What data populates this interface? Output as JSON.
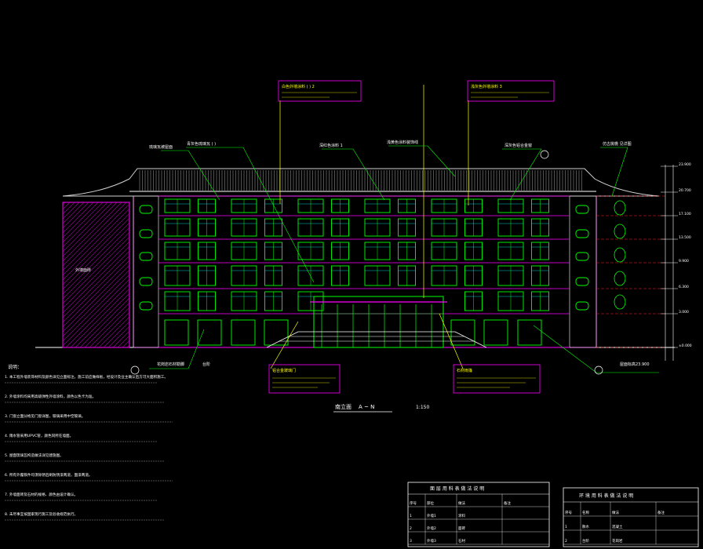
{
  "drawing": {
    "title": "南立面",
    "axis_range": "A ~ N",
    "scale": "1:150",
    "background": "#000000"
  },
  "callouts": {
    "top_left": "白色外墙涂料 ( ) 2",
    "top_right": "浅灰色外墙涂料 3",
    "roof_1": "琉璃瓦坡屋面",
    "roof_2": "青灰色琉璃瓦 ( )",
    "roof_3": "深红色涂料 1",
    "roof_4": "浅黄色涂料装饰线",
    "roof_5": "深灰色铝合金窗",
    "roof_right": "仿古挑檐 见详图",
    "left_block": "外墙面砖",
    "lower_left": "花岗岩石材勒脚",
    "lower_left_2": "台阶",
    "lower_mid": "铝合金玻璃门",
    "lower_right": "石材雨篷",
    "right_note": "屋面标高23.900"
  },
  "notes": {
    "heading": "说明：",
    "lines": [
      "1. 本工程外墙装饰材料及颜色详见立面标注，施工前应做样板，经设计及业主确认后方可大面积施工。",
      "2. 外墙涂料均采用高级弹性外墙涂料，颜色以色卡为准。",
      "3. 门窗立面分格见门窗详图，玻璃采用中空玻璃。",
      "4. 雨水管采用UPVC管，颜色同所在墙面。",
      "5. 屋面琉璃瓦构造做法详见建施图。",
      "6. 所有外露铁件均须除锈后刷防锈漆两道，面漆两道。",
      "7. 外墙面砖及石材的规格、颜色由设计确认。",
      "8. 未尽事宜按国家现行施工及验收规范执行。"
    ]
  },
  "table_left": {
    "title": "面 层 用 料 表 做 法 说 明",
    "headers": [
      "序号",
      "部位",
      "做法",
      "备注"
    ],
    "rows": [
      [
        "1",
        "外墙1",
        "涂料",
        ""
      ],
      [
        "2",
        "外墙2",
        "面砖",
        ""
      ],
      [
        "3",
        "外墙3",
        "石材",
        ""
      ]
    ]
  },
  "table_right": {
    "title": "环 境 用 料 表 做 法 说 明",
    "headers": [
      "序号",
      "名称",
      "做法",
      "备注"
    ],
    "rows": [
      [
        "1",
        "散水",
        "混凝土",
        ""
      ],
      [
        "2",
        "台阶",
        "花岗岩",
        ""
      ]
    ]
  },
  "elevations": [
    "23.900",
    "20.700",
    "17.100",
    "13.500",
    "9.900",
    "6.300",
    "3.000",
    "±0.000"
  ],
  "colors": {
    "line_white": "#ffffff",
    "line_green": "#00ff00",
    "line_magenta": "#ff00ff",
    "line_yellow": "#ffff00",
    "line_red": "#ff2020",
    "line_cyan": "#00ffff",
    "hatch_magenta": "#b000b0",
    "roof": "#d0d0d0"
  }
}
